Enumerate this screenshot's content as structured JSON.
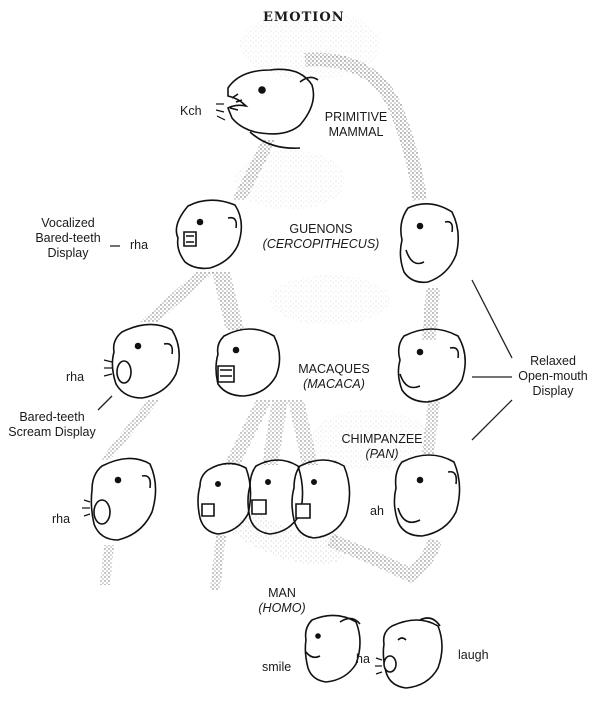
{
  "title": "EMOTION",
  "taxa": {
    "primitive_mammal": {
      "line1": "PRIMITIVE",
      "line2": "MAMMAL"
    },
    "guenons": {
      "name": "GUENONS",
      "genus": "(CERCOPITHECUS)"
    },
    "macaques": {
      "name": "MACAQUES",
      "genus": "(MACACA)"
    },
    "chimpanzee": {
      "name": "CHIMPANZEE",
      "genus": "(PAN)"
    },
    "man": {
      "name": "MAN",
      "genus": "(HOMO)"
    }
  },
  "displays": {
    "vocalized_bared_teeth": {
      "line1": "Vocalized",
      "line2": "Bared-teeth",
      "line3": "Display"
    },
    "bared_teeth_scream": {
      "line1": "Bared-teeth",
      "line2": "Scream Display"
    },
    "relaxed_open_mouth": {
      "line1": "Relaxed",
      "line2": "Open-mouth",
      "line3": "Display"
    }
  },
  "vocalizations": {
    "kch": "Kch",
    "rha_guenon": "rha",
    "rha_macaque": "rha",
    "rha_chimp": "rha",
    "ah": "ah",
    "smile": "smile",
    "ha": "ha",
    "laugh": "laugh"
  }
}
